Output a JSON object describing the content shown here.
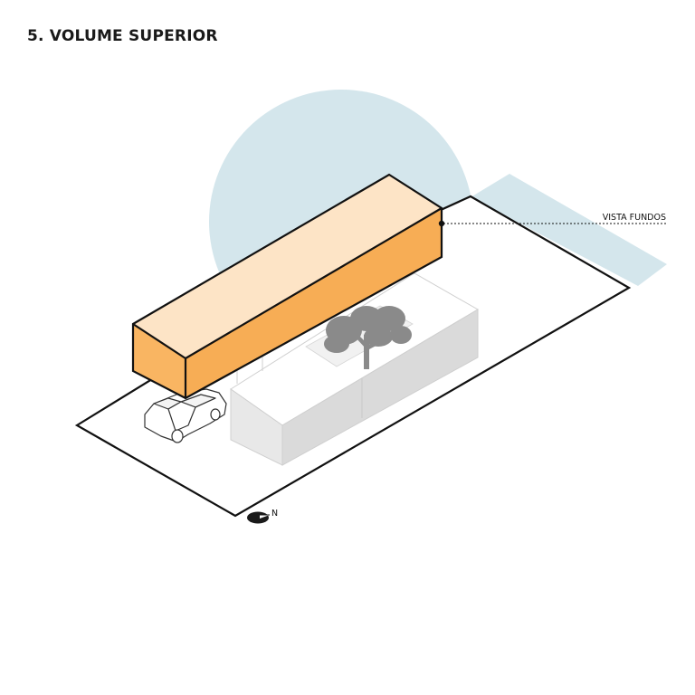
{
  "title": "5. VOLUME SUPERIOR",
  "labels": {
    "rear_view": "VISTA FUNDOS",
    "north": "N"
  },
  "colors": {
    "sky": "#d4e6ec",
    "upper_volume_top": "#fde4c6",
    "upper_volume_front": "#fab566",
    "upper_volume_side": "#f7ad55",
    "lower_volume_top": "#ffffff",
    "lower_volume_front": "#e6e6e6",
    "lower_volume_side": "#d7d7d7",
    "tree": "#8a8a8a",
    "outline": "#111111"
  },
  "icons": [
    "car-icon",
    "tree-icon",
    "north-arrow-icon"
  ]
}
